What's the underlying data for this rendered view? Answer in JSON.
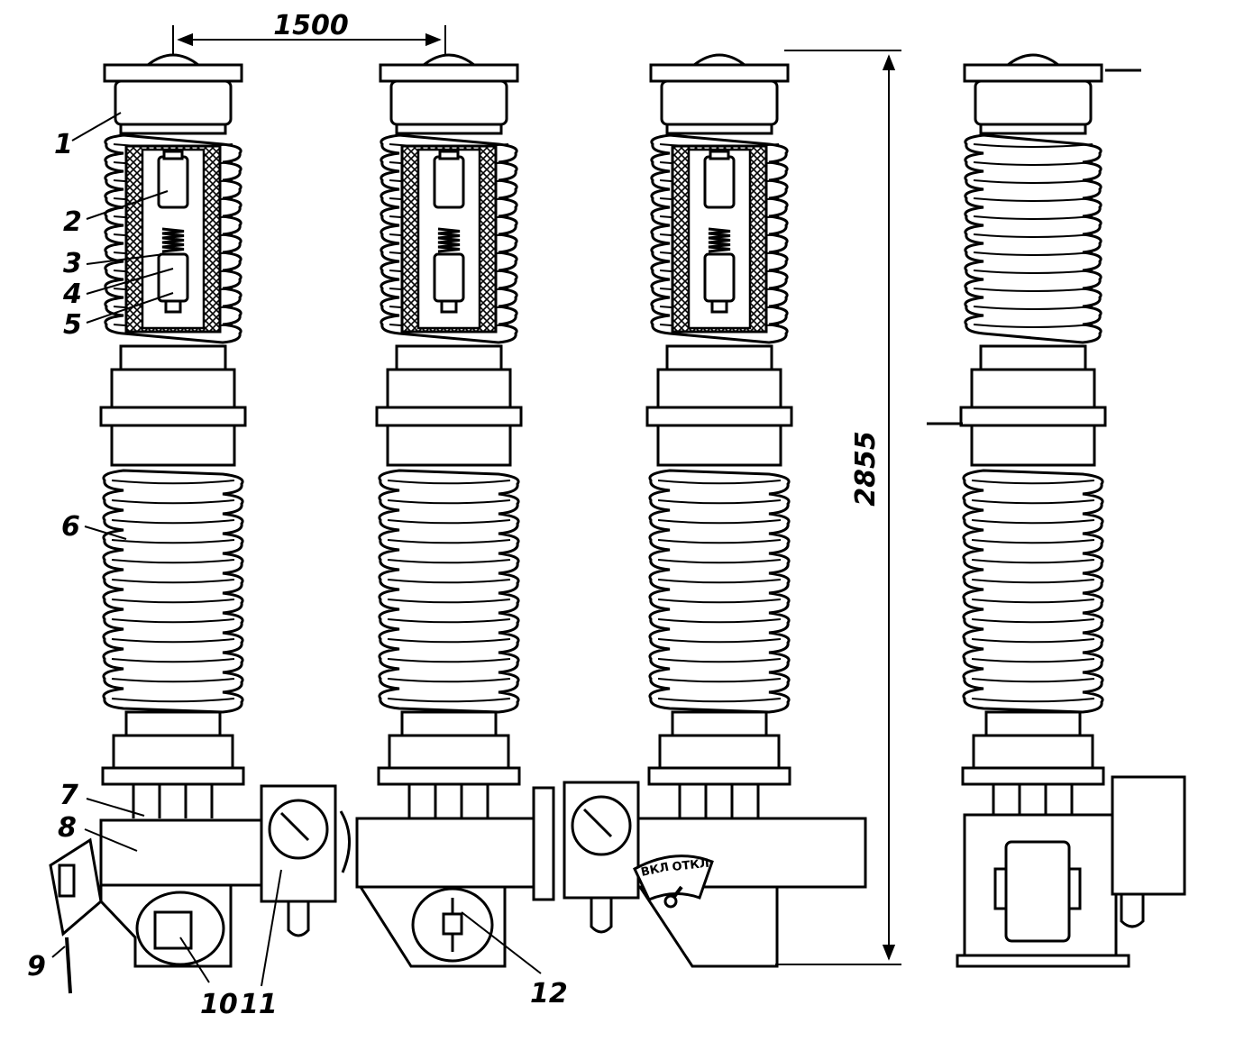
{
  "dimensions": {
    "pole_spacing": "1500",
    "total_height": "2855"
  },
  "callouts": [
    "1",
    "2",
    "3",
    "4",
    "5",
    "6",
    "7",
    "8",
    "9",
    "10",
    "11",
    "12"
  ],
  "switch_plate": {
    "on_label": "ВКЛ",
    "off_label": "ОТКЛ"
  },
  "colors": {
    "ink": "#000000",
    "paper": "#ffffff"
  }
}
